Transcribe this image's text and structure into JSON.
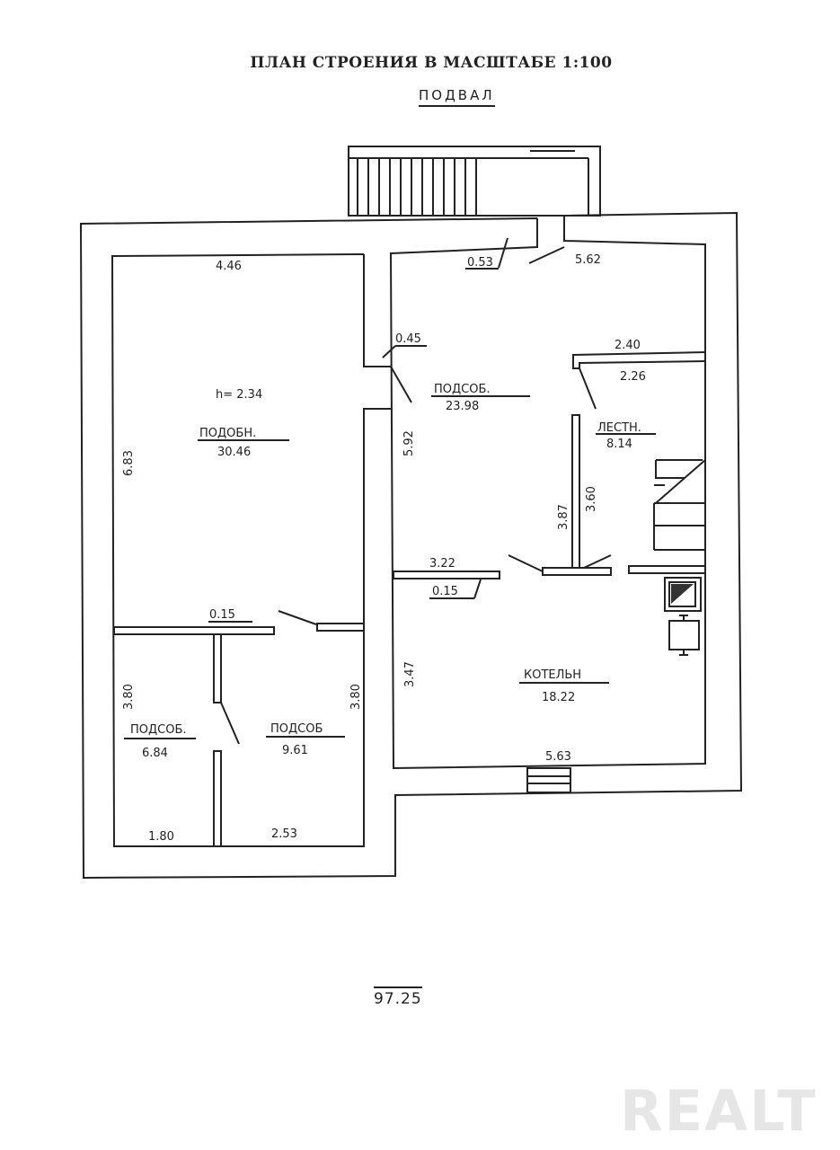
{
  "title": "ПЛАН СТРОЕНИЯ В МАСШТАБЕ 1:100",
  "subtitle": "ПОДВАЛ",
  "total_area": "97.25",
  "watermark": "REALT",
  "rooms": [
    {
      "name": "ПОДОБН.",
      "area": "30.46",
      "height": "h= 2.34"
    },
    {
      "name": "ПОДСОБ.",
      "area": "23.98"
    },
    {
      "name": "ЛЕСТН.",
      "area": "8.14"
    },
    {
      "name": "КОТЕЛЬН",
      "area": "18.22"
    },
    {
      "name": "ПОДСОБ.",
      "area": "6.84"
    },
    {
      "name": "ПОДСОБ",
      "area": "9.61"
    }
  ],
  "dimensions": {
    "d446": "4.46",
    "d683": "6.83",
    "d053": "0.53",
    "d562": "5.62",
    "d045": "0.45",
    "d592": "5.92",
    "d240": "2.40",
    "d226": "2.26",
    "d387": "3.87",
    "d360": "3.60",
    "d322": "3.22",
    "d015a": "0.15",
    "d015b": "0.15",
    "d347": "3.47",
    "d380a": "3.80",
    "d380b": "3.80",
    "d180": "1.80",
    "d253": "2.53",
    "d563": "5.63"
  }
}
